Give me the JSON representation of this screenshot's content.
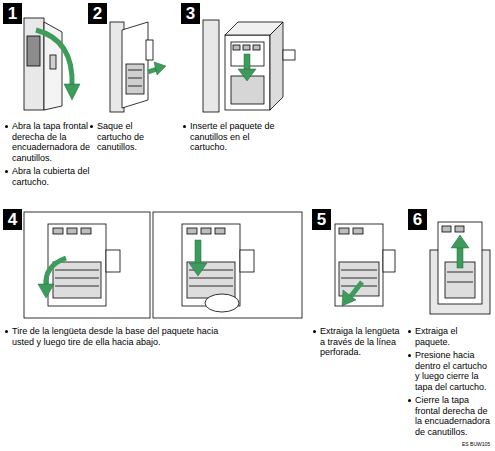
{
  "diagram": {
    "nodes": [
      {
        "text": [
          "1"
        ]
      },
      {
        "text": [
          "2"
        ]
      },
      {
        "text": [
          "3"
        ]
      },
      {
        "text": [
          "4"
        ]
      },
      {
        "text": [
          "5"
        ]
      },
      {
        "text": [
          "6"
        ]
      }
    ],
    "labels": [
      "Abra la tapa frontal derecha de la encuadernadora de canutillos.",
      "Abra la cubierta del cartucho.",
      "Saque el cartucho de canutillos.",
      "Inserte el paquete de canutillos en el cartucho.",
      "Tire de la lengüeta desde la base del paquete hacia usted y luego tire de ella hacia abajo.",
      "Extraiga la lengüeta a través de la línea perforada.",
      "Extraiga el paquete.",
      "Presione hacia dentro el cartucho y luego cierre la tapa del cartucho.",
      "Cierre la tapa frontal derecha de la encuadernadora de canutillos.",
      "ES BUW105"
    ]
  }
}
